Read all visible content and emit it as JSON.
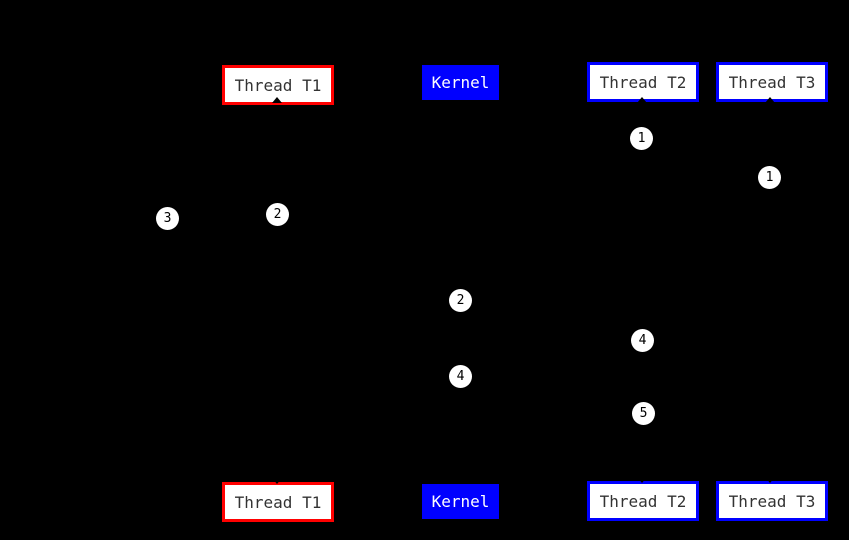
{
  "diagram": {
    "type": "sequence-diagram",
    "actors": {
      "thread_t1": "Thread T1",
      "kernel": "Kernel",
      "thread_t2": "Thread T2",
      "thread_t3": "Thread T3"
    },
    "markers": {
      "m1_under_t2": "1",
      "m1_under_t3": "1",
      "m3_left_of_t1": "3",
      "m2_on_t1": "2",
      "m2_on_kernel": "2",
      "m4_on_t2": "4",
      "m4_on_kernel": "4",
      "m5_on_t2": "5"
    },
    "colors": {
      "background": "#000000",
      "red_border": "#ff0000",
      "blue": "#0000ff",
      "box_fill": "#ffffff",
      "box_text": "#333333",
      "kernel_text": "#ffffff",
      "marker_fill": "#ffffff",
      "marker_text": "#000000",
      "lifeline": "#000000"
    }
  }
}
